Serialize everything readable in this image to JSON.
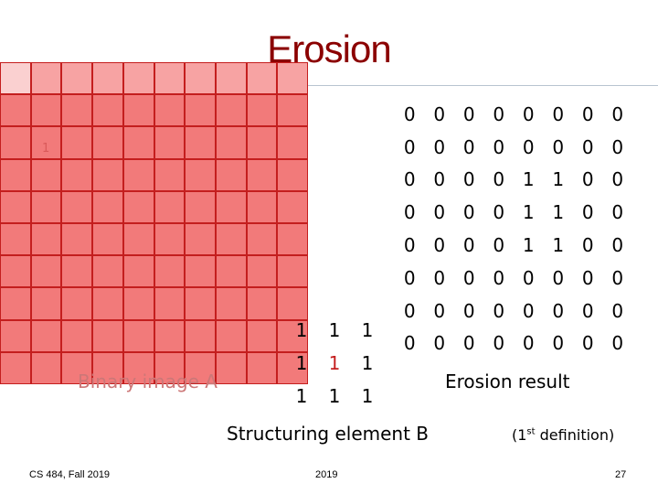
{
  "slide": {
    "title": "Erosion",
    "binary_image_caption": "Binary image A",
    "binary_image_stray_mark": "1",
    "structuring_caption": "Structuring element B",
    "result_caption": "Erosion result",
    "definition_caption_prefix": "(1",
    "definition_caption_sup": "st",
    "definition_caption_suffix": " definition)"
  },
  "structuring_element": [
    [
      "1",
      "1",
      "1"
    ],
    [
      "1",
      "1",
      "1"
    ],
    [
      "1",
      "1",
      "1"
    ]
  ],
  "result_matrix": [
    [
      "0",
      "0",
      "0",
      "0",
      "0",
      "0",
      "0",
      "0"
    ],
    [
      "0",
      "0",
      "0",
      "0",
      "0",
      "0",
      "0",
      "0"
    ],
    [
      "0",
      "0",
      "0",
      "0",
      "1",
      "1",
      "0",
      "0"
    ],
    [
      "0",
      "0",
      "0",
      "0",
      "1",
      "1",
      "0",
      "0"
    ],
    [
      "0",
      "0",
      "0",
      "0",
      "1",
      "1",
      "0",
      "0"
    ],
    [
      "0",
      "0",
      "0",
      "0",
      "0",
      "0",
      "0",
      "0"
    ],
    [
      "0",
      "0",
      "0",
      "0",
      "0",
      "0",
      "0",
      "0"
    ],
    [
      "0",
      "0",
      "0",
      "0",
      "0",
      "0",
      "0",
      "0"
    ]
  ],
  "footer": {
    "course": "CS 484, Fall 2019",
    "year": "2019",
    "page": "27"
  },
  "colors": {
    "title": "#8b0000",
    "cell_fill": "#f27a7a",
    "cell_border": "#c41e1e",
    "center_highlight": "#c41e1e"
  }
}
